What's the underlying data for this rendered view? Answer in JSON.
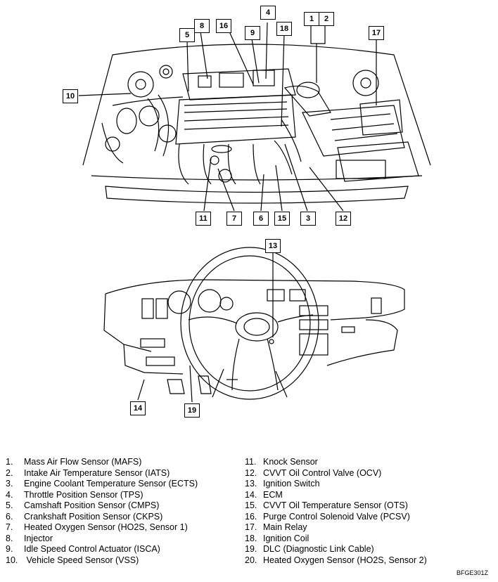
{
  "callouts": {
    "c1": "1",
    "c2": "2",
    "c3": "3",
    "c4": "4",
    "c5": "5",
    "c6": "6",
    "c7": "7",
    "c8": "8",
    "c9": "9",
    "c10": "10",
    "c11": "11",
    "c12": "12",
    "c13": "13",
    "c14": "14",
    "c15": "15",
    "c16": "16",
    "c17": "17",
    "c18": "18",
    "c19": "19"
  },
  "legend": [
    {
      "num": "1.",
      "label": "Mass Air Flow Sensor (MAFS)"
    },
    {
      "num": "2.",
      "label": "Intake Air Temperature Sensor (IATS)"
    },
    {
      "num": "3.",
      "label": "Engine Coolant Temperature Sensor (ECTS)"
    },
    {
      "num": "4.",
      "label": "Throttle Position Sensor (TPS)"
    },
    {
      "num": "5.",
      "label": "Camshaft Position Sensor (CMPS)"
    },
    {
      "num": "6.",
      "label": "Crankshaft Position Sensor (CKPS)"
    },
    {
      "num": "7.",
      "label": "Heated Oxygen Sensor (HO2S, Sensor 1)"
    },
    {
      "num": "8.",
      "label": "Injector"
    },
    {
      "num": "9.",
      "label": "Idle Speed Control Actuator (ISCA)"
    },
    {
      "num": "10.",
      "label": " Vehicle Speed Sensor (VSS)"
    },
    {
      "num": "11.",
      "label": "Knock Sensor"
    },
    {
      "num": "12.",
      "label": "CVVT Oil Control Valve (OCV)"
    },
    {
      "num": "13.",
      "label": "Ignition Switch"
    },
    {
      "num": "14.",
      "label": "ECM"
    },
    {
      "num": "15.",
      "label": "CVVT Oil Temperature Sensor (OTS)"
    },
    {
      "num": "16.",
      "label": "Purge Control Solenoid Valve (PCSV)"
    },
    {
      "num": "17.",
      "label": "Main Relay"
    },
    {
      "num": "18.",
      "label": "Ignition Coil"
    },
    {
      "num": "19.",
      "label": "DLC (Diagnostic Link Cable)"
    },
    {
      "num": "20.",
      "label": "Heated Oxygen Sensor (HO2S, Sensor 2)"
    }
  ],
  "figure_code": "BFGE301Z"
}
